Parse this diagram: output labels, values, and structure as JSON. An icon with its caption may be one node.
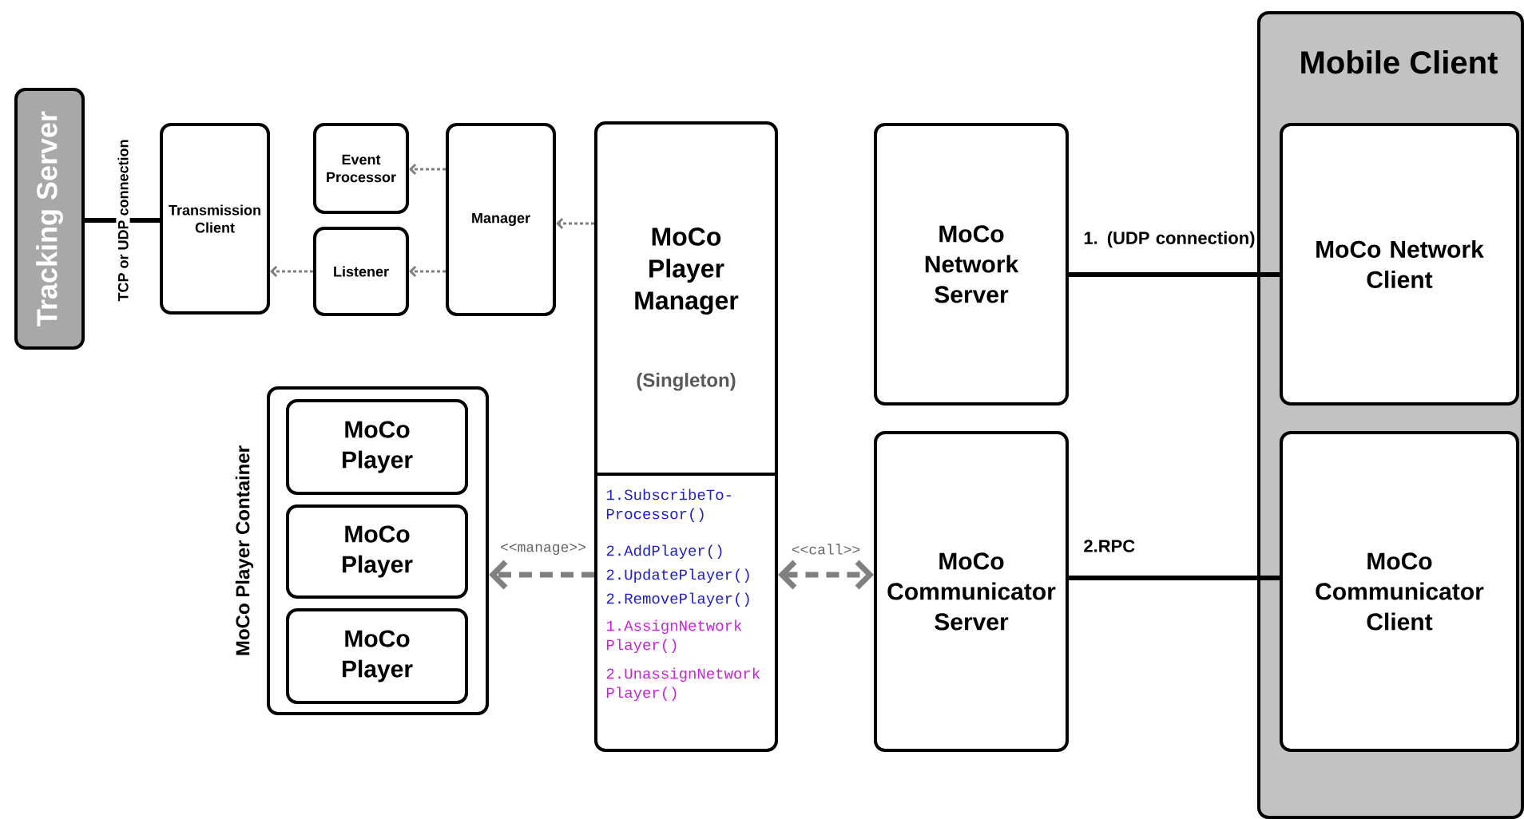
{
  "diagram": {
    "nodes": [
      {
        "text": [
          "Tracking Server"
        ]
      },
      {
        "text": [
          "Transmission Client"
        ]
      },
      {
        "text": [
          "Event Processor"
        ]
      },
      {
        "text": [
          "Listener"
        ]
      },
      {
        "text": [
          "Manager"
        ]
      },
      {
        "text": [
          "MoCo Player Manager",
          "(Singleton)",
          "1.SubscribeTo- Processor()",
          "2.AddPlayer()",
          "2.UpdatePlayer()",
          "2.RemovePlayer()",
          "1.AssignNetwork Player()",
          "2.UnassignNetwork Player()"
        ]
      },
      {
        "text": [
          "MoCo Player Container"
        ]
      },
      {
        "text": [
          "MoCo Player"
        ],
        "in": 6
      },
      {
        "text": [
          "MoCo Player"
        ],
        "in": 6
      },
      {
        "text": [
          "MoCo Player"
        ],
        "in": 6
      },
      {
        "text": [
          "MoCo Network Server"
        ]
      },
      {
        "text": [
          "MoCo Communicator Server"
        ]
      },
      {
        "text": [
          "Mobile Client"
        ]
      },
      {
        "text": [
          "MoCo Network Client"
        ],
        "in": 12
      },
      {
        "text": [
          "MoCo Communicator Client"
        ],
        "in": 12
      }
    ],
    "edges": [
      {
        "from": 0,
        "to": 1,
        "arrow": "none",
        "label": "TCP or UDP connection",
        "color": "#000000"
      },
      {
        "from": 4,
        "to": 2,
        "arrow": "to",
        "style": "dashed"
      },
      {
        "from": 4,
        "to": 3,
        "arrow": "to",
        "style": "dashed"
      },
      {
        "from": 3,
        "to": 1,
        "arrow": "to",
        "style": "dashed"
      },
      {
        "from": 5,
        "to": 4,
        "arrow": "to",
        "style": "dashed"
      },
      {
        "from": 5,
        "to": 6,
        "arrow": "to",
        "label": "<<manage>>",
        "style": "dashed"
      },
      {
        "from": 5,
        "to": 11,
        "arrow": "both",
        "label": "<<call>>",
        "style": "dashed"
      },
      {
        "from": 10,
        "to": 13,
        "arrow": "none",
        "label": "1. (UDP connection)",
        "color": "#000000"
      },
      {
        "from": 11,
        "to": 14,
        "arrow": "none",
        "label": "2.RPC",
        "color": "#000000"
      }
    ]
  }
}
